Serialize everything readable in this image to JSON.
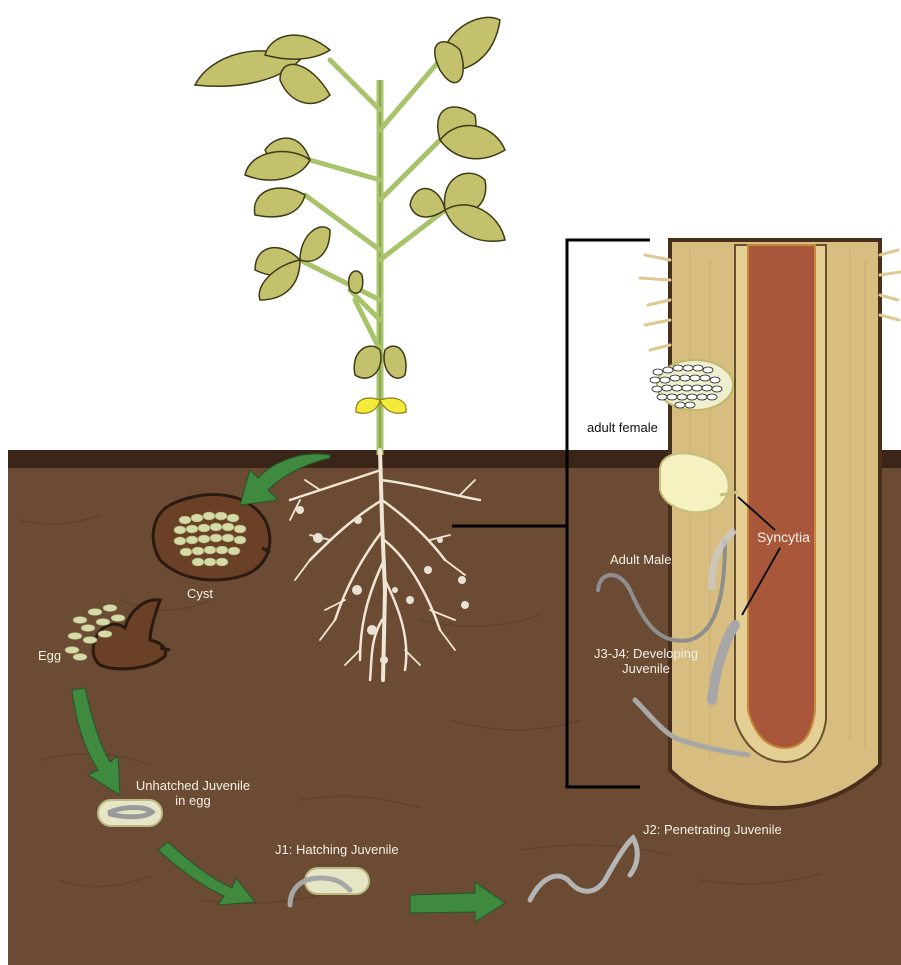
{
  "labels": {
    "adult_female": "adult female",
    "syncytia": "Syncytia",
    "adult_male": "Adult Male",
    "cyst": "Cyst",
    "egg": "Egg",
    "j3_j4_line1": "J3-J4: Developing",
    "j3_j4_line2": "Juvenile",
    "unhatched_line1": "Unhatched Juvenile",
    "unhatched_line2": "in egg",
    "j1": "J1: Hatching Juvenile",
    "j2": "J2: Penetrating Juvenile"
  },
  "colors": {
    "soil": "#6b4b33",
    "soil_surface": "#3a2518",
    "leaf": "#c3c16b",
    "stem": "#a9c36a",
    "cotyledon": "#f4ea39",
    "root_cortex": "#d7bd7f",
    "root_stele": "#a9573a",
    "arrow_green": "#3f8a3f",
    "nematode": "#a7a7a7",
    "egg": "#d9dcb0"
  }
}
